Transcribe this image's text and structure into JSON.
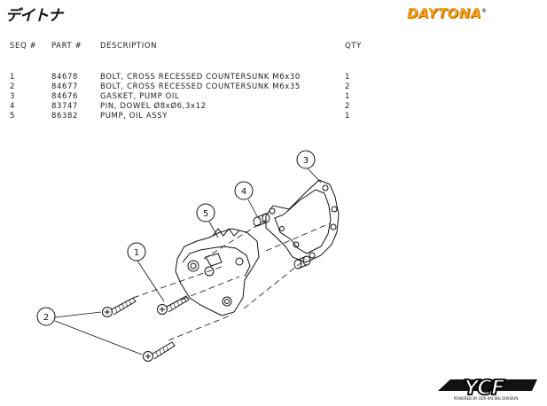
{
  "header": {
    "logo_jp": "デイトナ",
    "logo_daytona": "DAYTONA",
    "logo_daytona_mark": "®"
  },
  "table": {
    "columns": {
      "seq": "SEQ #",
      "part": "PART #",
      "description": "DESCRIPTION",
      "qty": "QTY"
    },
    "rows": [
      {
        "seq": "1",
        "part": "84678",
        "description": "BOLT, CROSS RECESSED COUNTERSUNK M6x30",
        "qty": "1"
      },
      {
        "seq": "2",
        "part": "84677",
        "description": "BOLT, CROSS RECESSED COUNTERSUNK M6x35",
        "qty": "2"
      },
      {
        "seq": "3",
        "part": "84676",
        "description": "GASKET, PUMP OIL",
        "qty": "1"
      },
      {
        "seq": "4",
        "part": "83747",
        "description": "PIN, DOWEL Ø8xØ6,3x12",
        "qty": "2"
      },
      {
        "seq": "5",
        "part": "86382",
        "description": "PUMP, OIL ASSY",
        "qty": "1"
      }
    ]
  },
  "callouts": {
    "c1": "1",
    "c2": "2",
    "c3": "3",
    "c4": "4",
    "c5": "5"
  },
  "brand": {
    "name": "YCF",
    "tagline": "POWERED BY ODS RACING DIVISION"
  },
  "colors": {
    "daytona_orange": "#f2a21b",
    "line": "#111111"
  }
}
